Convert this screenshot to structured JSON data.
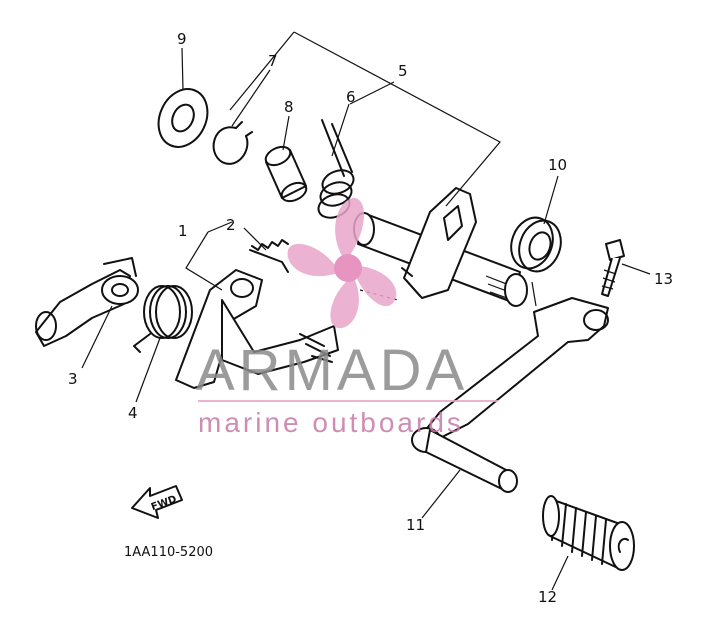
{
  "diagram": {
    "part_code": "1AA110-5200",
    "fwd_label": "FWD",
    "callouts": [
      {
        "id": "1",
        "label": "1"
      },
      {
        "id": "2",
        "label": "2"
      },
      {
        "id": "3",
        "label": "3"
      },
      {
        "id": "4",
        "label": "4"
      },
      {
        "id": "5",
        "label": "5"
      },
      {
        "id": "6",
        "label": "6"
      },
      {
        "id": "7",
        "label": "7"
      },
      {
        "id": "8",
        "label": "8"
      },
      {
        "id": "9",
        "label": "9"
      },
      {
        "id": "10",
        "label": "10"
      },
      {
        "id": "11",
        "label": "11"
      },
      {
        "id": "12",
        "label": "12"
      },
      {
        "id": "13",
        "label": "13"
      }
    ]
  },
  "watermark": {
    "title": "ARMADA",
    "subtitle": "marine outboards",
    "logo_color": "#e9a5c9",
    "title_color": "#8a8a8a",
    "subtitle_color": "#c77aa6"
  }
}
